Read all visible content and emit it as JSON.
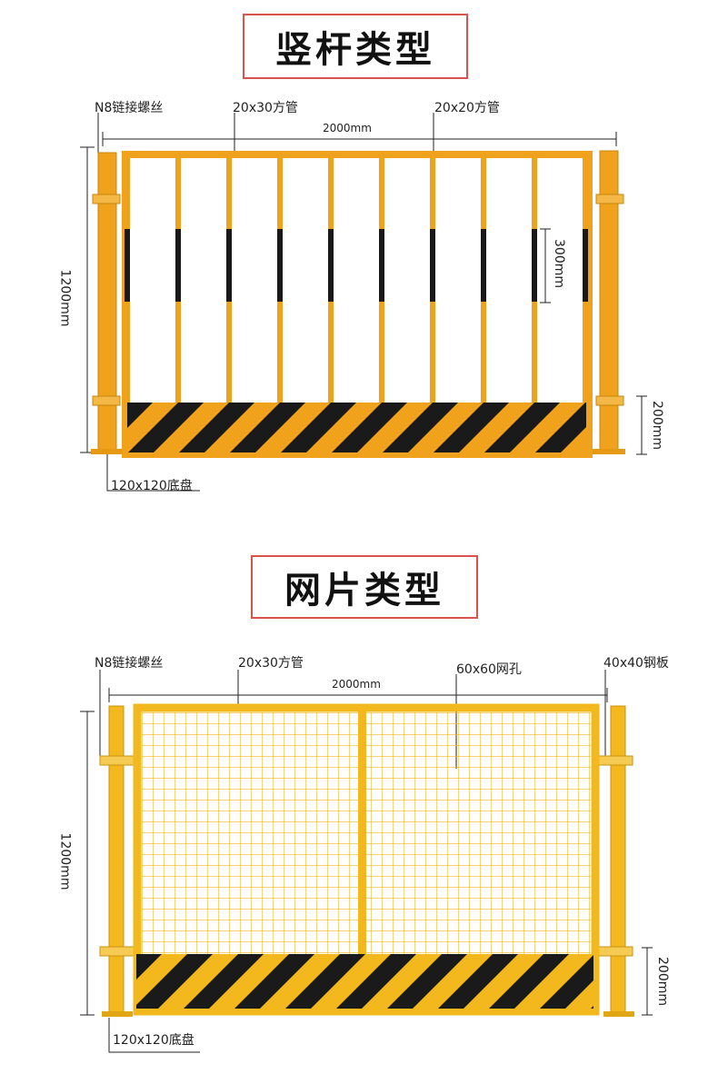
{
  "section_vertical": {
    "title": "竖杆类型",
    "labels": {
      "bolt": "N8链接螺丝",
      "frame_tube": "20x30方管",
      "bar_tube": "20x20方管",
      "width": "2000mm",
      "height": "1200mm",
      "stripe_segment": "300mm",
      "kick_plate": "200mm",
      "base": "120x120底盘"
    },
    "colors": {
      "frame": "#f0a21c",
      "stripe_dark": "#1a1a1a"
    }
  },
  "section_mesh": {
    "title": "网片类型",
    "labels": {
      "bolt": "N8链接螺丝",
      "frame_tube": "20x30方管",
      "mesh_hole": "60x60网孔",
      "steel_plate": "40x40钢板",
      "width": "2000mm",
      "height": "1200mm",
      "kick_plate": "200mm",
      "base": "120x120底盘"
    },
    "colors": {
      "frame": "#f2b81e",
      "stripe_dark": "#1a1a1a"
    }
  }
}
